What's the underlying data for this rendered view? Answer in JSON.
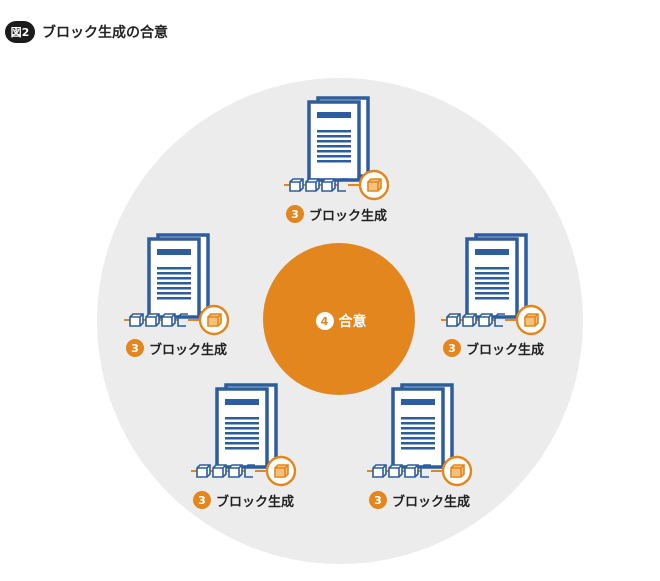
{
  "header": {
    "figure_badge": "図2",
    "title": "ブロック生成の合意"
  },
  "center": {
    "number": "4",
    "label": "合意"
  },
  "nodes": [
    {
      "number": "3",
      "label": "ブロック生成"
    },
    {
      "number": "3",
      "label": "ブロック生成"
    },
    {
      "number": "3",
      "label": "ブロック生成"
    },
    {
      "number": "3",
      "label": "ブロック生成"
    },
    {
      "number": "3",
      "label": "ブロック生成"
    }
  ],
  "colors": {
    "accent_orange": "#e4861e",
    "server_blue": "#2e5d9c",
    "background_circle": "#ececec"
  }
}
